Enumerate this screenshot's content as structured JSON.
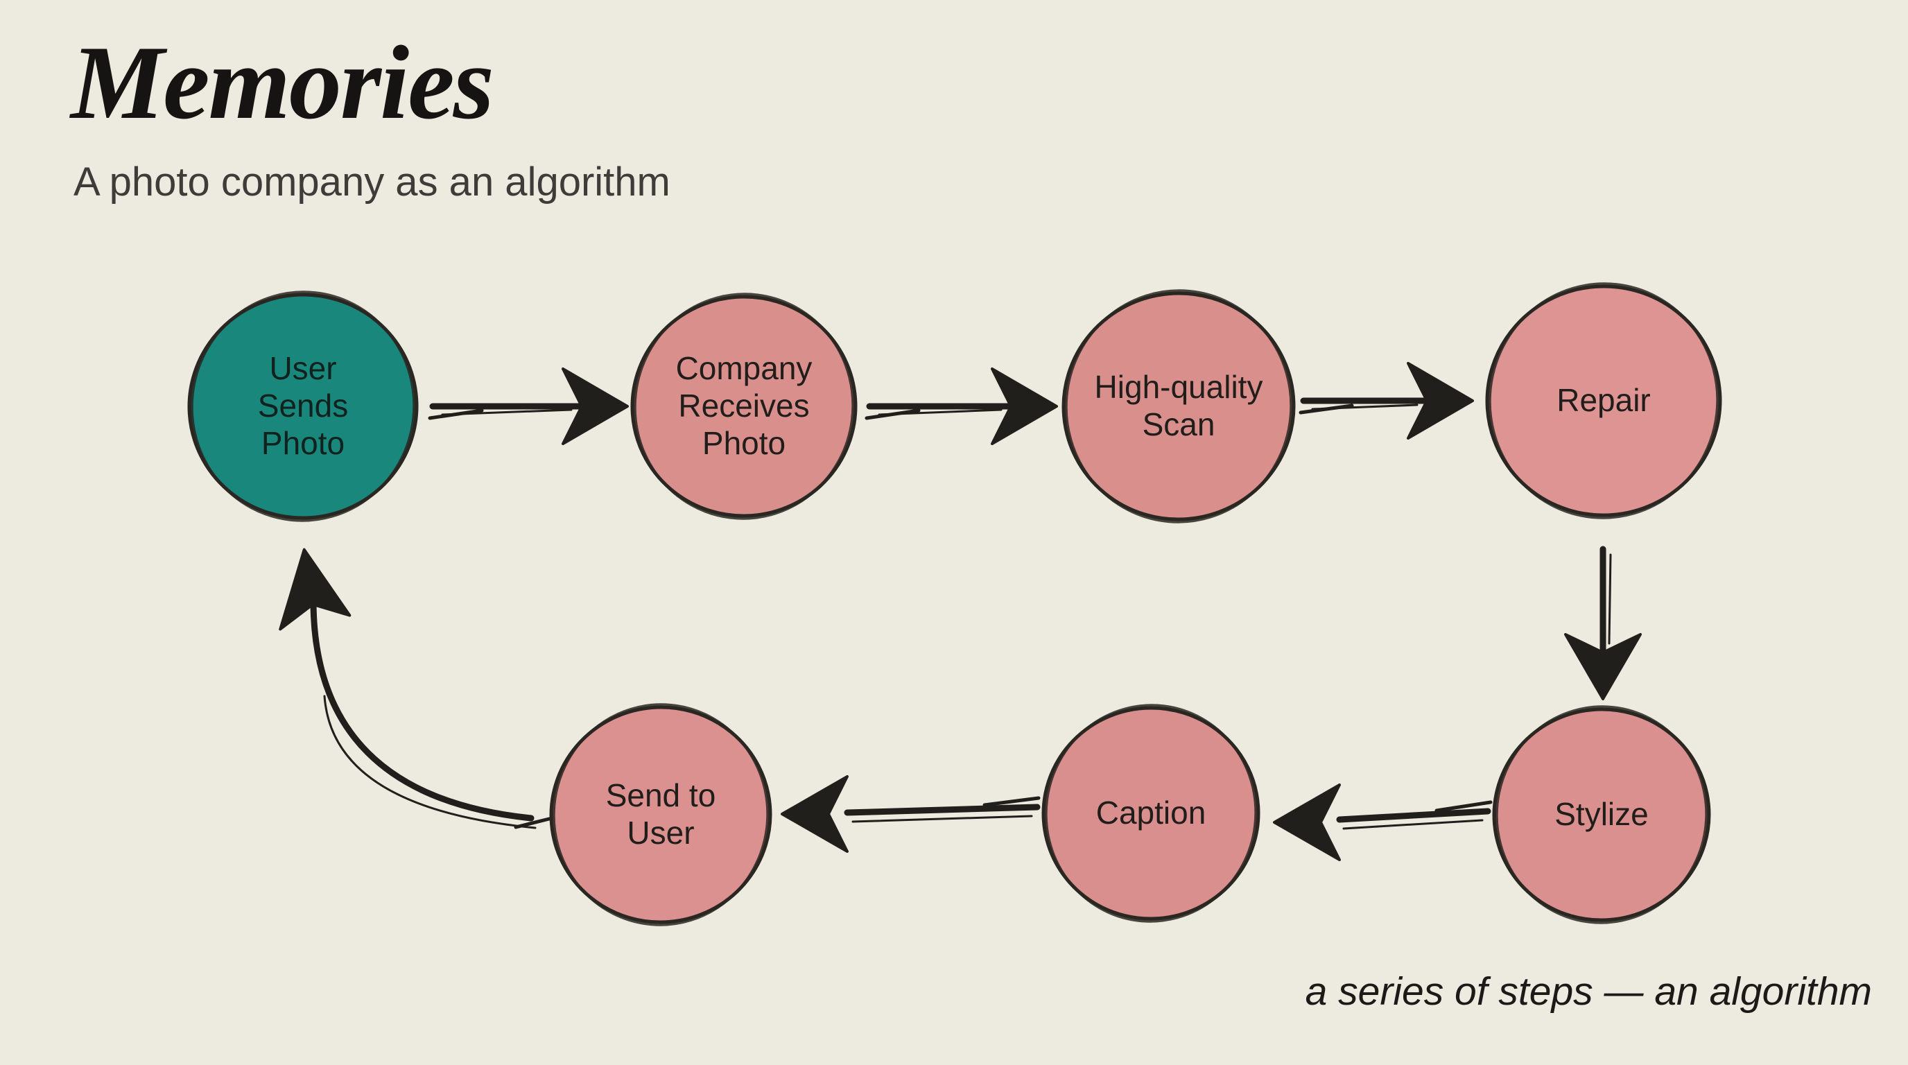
{
  "page": {
    "title": "Memories",
    "subtitle": "A photo company as an algorithm",
    "footnote": "a series of steps — an algorithm"
  },
  "colors": {
    "background": "#EDEADF",
    "ink": "#201F1B",
    "outline": "#2A2722",
    "teal_node": "#1A877C",
    "pink_node": "#D9908C"
  },
  "diagram": {
    "nodes": [
      {
        "id": "user-sends-photo",
        "label": "User\nSends\nPhoto",
        "fill": "#1A877C"
      },
      {
        "id": "company-receives-photo",
        "label": "Company\nReceives\nPhoto",
        "fill": "#D9908C"
      },
      {
        "id": "high-quality-scan",
        "label": "High-quality\nScan",
        "fill": "#D9908C"
      },
      {
        "id": "repair",
        "label": "Repair",
        "fill": "#DD9493"
      },
      {
        "id": "stylize",
        "label": "Stylize",
        "fill": "#DA908E"
      },
      {
        "id": "caption",
        "label": "Caption",
        "fill": "#D98F8D"
      },
      {
        "id": "send-to-user",
        "label": "Send to\nUser",
        "fill": "#DA9190"
      }
    ],
    "edges": [
      {
        "from": "user-sends-photo",
        "to": "company-receives-photo"
      },
      {
        "from": "company-receives-photo",
        "to": "high-quality-scan"
      },
      {
        "from": "high-quality-scan",
        "to": "repair"
      },
      {
        "from": "repair",
        "to": "stylize"
      },
      {
        "from": "stylize",
        "to": "caption"
      },
      {
        "from": "caption",
        "to": "send-to-user"
      },
      {
        "from": "send-to-user",
        "to": "user-sends-photo"
      }
    ]
  }
}
